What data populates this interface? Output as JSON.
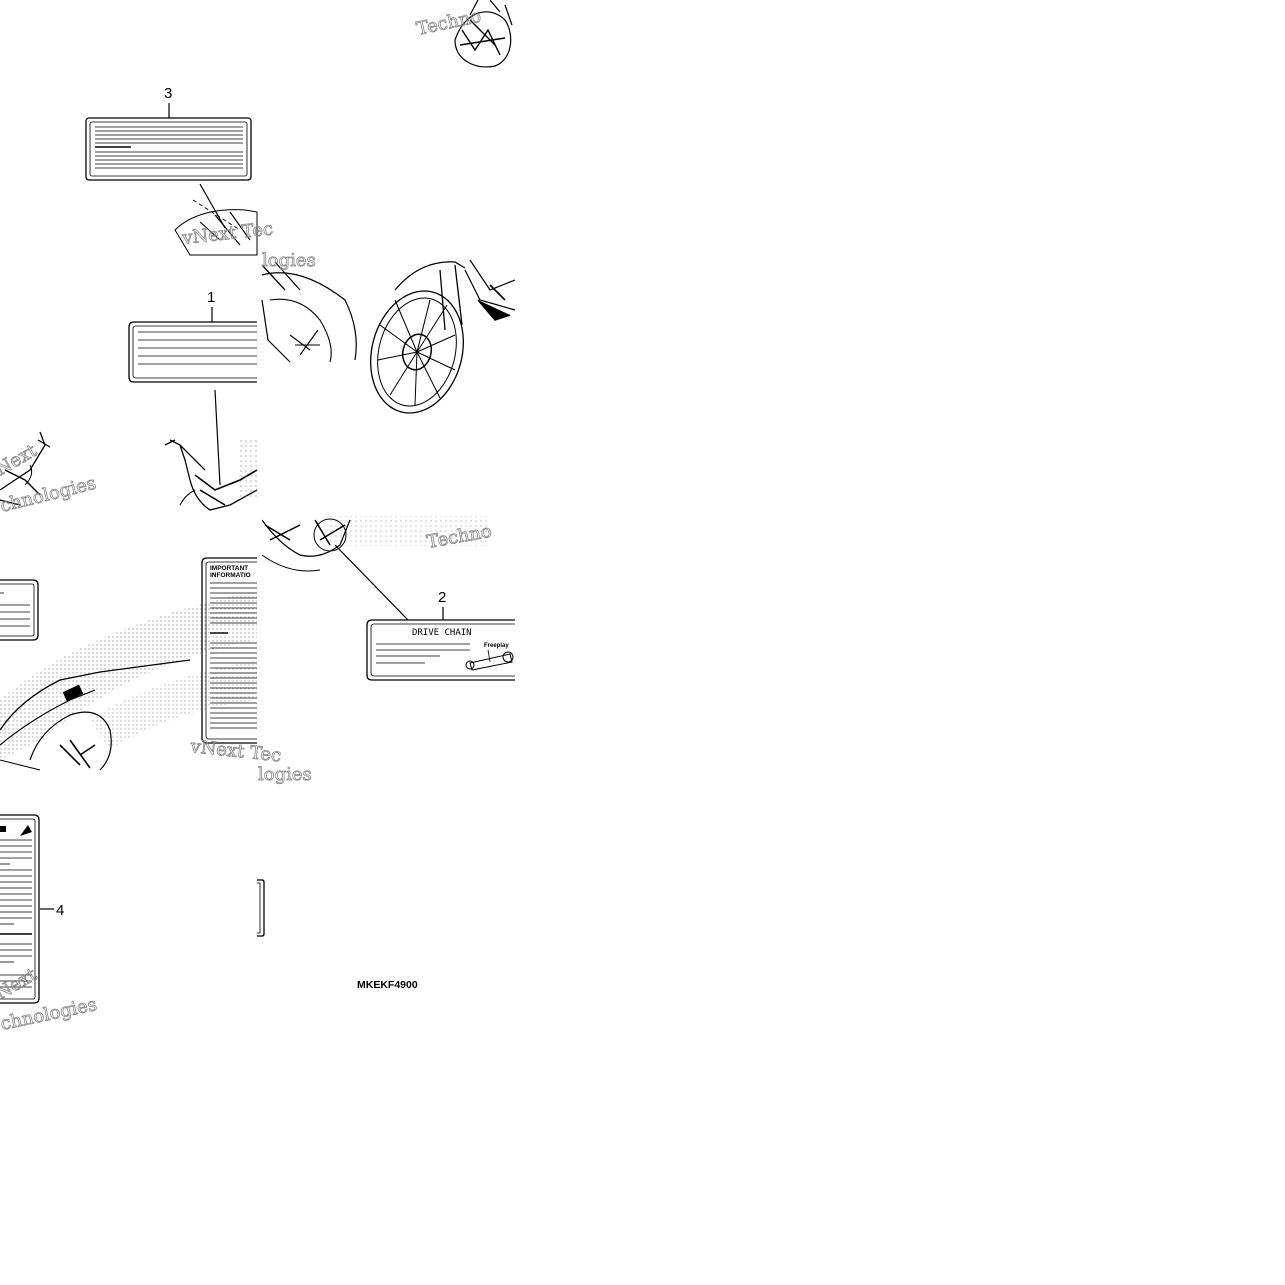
{
  "diagram": {
    "callouts": [
      "1",
      "2",
      "3",
      "4"
    ],
    "labels": {
      "drive_chain": "DRIVE CHAIN",
      "freeplay": "Freeplay",
      "important_line1": "IMPORTANT",
      "important_line2": "INFORMATIO"
    },
    "figure_code": "MKEKF4900",
    "watermarks": [
      "Techno",
      "vNext Tec",
      "logies",
      "chnologies",
      "Techno",
      "vNext Tec",
      "logies",
      "chnologies"
    ]
  }
}
